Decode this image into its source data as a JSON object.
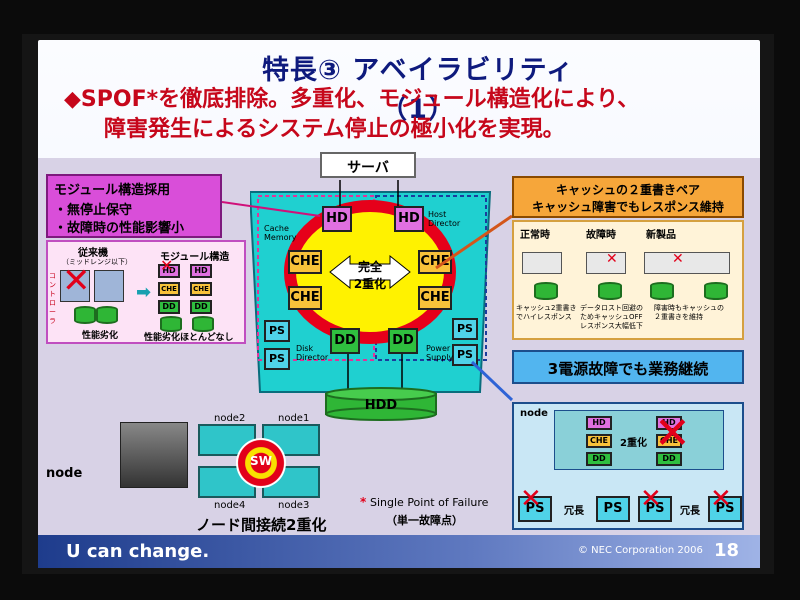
{
  "title": "特長③ アベイラビリティ（1）",
  "bullet": {
    "marker": "◆",
    "line1": "SPOF*を徹底排除。多重化、モジュール構造化により、",
    "line2": "障害発生によるシステム停止の極小化を実現。"
  },
  "server_label": "サーバ",
  "module_box": {
    "heading": "モジュール構造採用",
    "items": [
      "・無停止保守",
      "・故障時の性能影響小"
    ]
  },
  "legacy": {
    "title": "従来機",
    "subtitle": "（ミッドレンジ以下）",
    "side": "コントローラ",
    "result": "性能劣化"
  },
  "modular": {
    "title": "モジュール構造",
    "result": "性能劣化ほとんどなし"
  },
  "cache_box": {
    "line1": "キャッシュの２重書きペア",
    "line2": "キャッシュ障害でもレスポンス維持"
  },
  "cache_cases": {
    "normal": "正常時",
    "failure": "故障時",
    "new": "新製品",
    "note_normal": "キャッシュ2重書き\nでハイレスポンス",
    "note_failure": "データロスト回避の\nためキャッシュOFF\nレスポンス大幅低下",
    "note_new": "障害時もキャッシュの\n２重書きを維持"
  },
  "core": {
    "center": "完全\n2重化",
    "cache_memory": "Cache\nMemory",
    "host_director": "Host\nDirector",
    "disk_director": "Disk\nDirector",
    "power_supply": "Power\nSupply",
    "hdd": "HDD"
  },
  "units": {
    "hd": "HD",
    "che": "CHE",
    "ps": "PS",
    "dd": "DD"
  },
  "power_box": {
    "label": "3電源故障でも業務継続",
    "node": "node",
    "dual": "2重化",
    "redundant": "冗長"
  },
  "nodes": {
    "names": [
      "node2",
      "node1",
      "node4",
      "node3"
    ],
    "sw": "SW",
    "label": "node",
    "caption": "ノード間接続2重化"
  },
  "spof_note": {
    "star": "*",
    "line1": "Single Point of Failure",
    "line2": "（単一故障点）"
  },
  "footer": {
    "slogan": "U can change.",
    "copyright": "© NEC Corporation 2006",
    "page": "18"
  }
}
